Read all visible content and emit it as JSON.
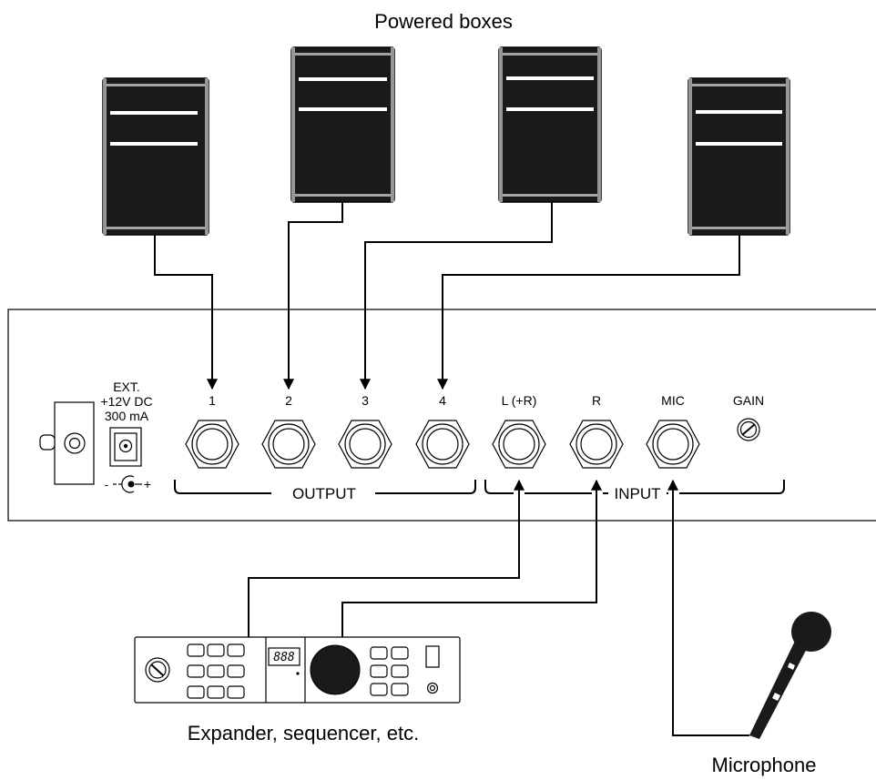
{
  "labels": {
    "speakers_caption": "Powered boxes",
    "expander_caption": "Expander, sequencer, etc.",
    "microphone_caption": "Microphone"
  },
  "panel": {
    "power": {
      "line1": "EXT.",
      "line2": "+12V DC",
      "line3": "300 mA",
      "polarity_minus": "-",
      "polarity_plus": "+"
    },
    "output_jacks": [
      "1",
      "2",
      "3",
      "4"
    ],
    "input_jacks": [
      "L (+R)",
      "R",
      "MIC"
    ],
    "gain_label": "GAIN",
    "output_group_label": "OUTPUT",
    "input_group_label": "INPUT"
  },
  "expander": {
    "display_text": "888"
  },
  "colors": {
    "ink": "#000000",
    "speaker_fill": "#1a1a1a",
    "background": "#ffffff"
  }
}
